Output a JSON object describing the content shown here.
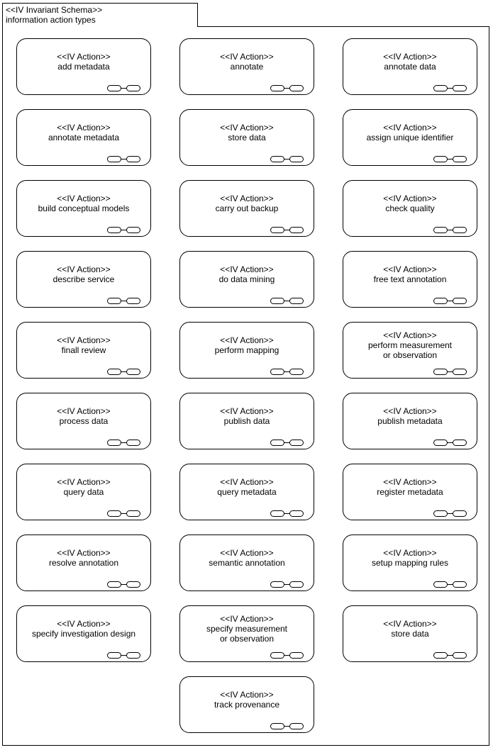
{
  "schema": {
    "stereotype": "<<IV Invariant Schema>>",
    "name": "information action types"
  },
  "icon": "composite-action-icon",
  "actions": [
    {
      "stereotype": "<<IV Action>>",
      "name": "add metadata"
    },
    {
      "stereotype": "<<IV Action>>",
      "name": "annotate"
    },
    {
      "stereotype": "<<IV Action>>",
      "name": "annotate data"
    },
    {
      "stereotype": "<<IV Action>>",
      "name": "annotate metadata"
    },
    {
      "stereotype": "<<IV Action>>",
      "name": "store data"
    },
    {
      "stereotype": "<<IV Action>>",
      "name": "assign unique identifier"
    },
    {
      "stereotype": "<<IV Action>>",
      "name": "build conceptual models"
    },
    {
      "stereotype": "<<IV Action>>",
      "name": "carry out backup"
    },
    {
      "stereotype": "<<IV Action>>",
      "name": "check quality"
    },
    {
      "stereotype": "<<IV Action>>",
      "name": "describe service"
    },
    {
      "stereotype": "<<IV Action>>",
      "name": "do data mining"
    },
    {
      "stereotype": "<<IV Action>>",
      "name": "free text annotation"
    },
    {
      "stereotype": "<<IV Action>>",
      "name": "finall review"
    },
    {
      "stereotype": "<<IV Action>>",
      "name": "perform mapping"
    },
    {
      "stereotype": "<<IV Action>>",
      "name": "perform measurement\nor observation"
    },
    {
      "stereotype": "<<IV Action>>",
      "name": "process data"
    },
    {
      "stereotype": "<<IV Action>>",
      "name": "publish data"
    },
    {
      "stereotype": "<<IV Action>>",
      "name": "publish metadata"
    },
    {
      "stereotype": "<<IV Action>>",
      "name": "query data"
    },
    {
      "stereotype": "<<IV Action>>",
      "name": "query metadata"
    },
    {
      "stereotype": "<<IV Action>>",
      "name": "register metadata"
    },
    {
      "stereotype": "<<IV Action>>",
      "name": "resolve annotation"
    },
    {
      "stereotype": "<<IV Action>>",
      "name": "semantic annotation"
    },
    {
      "stereotype": "<<IV Action>>",
      "name": "setup mapping rules"
    },
    {
      "stereotype": "<<IV Action>>",
      "name": "specify investigation design"
    },
    {
      "stereotype": "<<IV Action>>",
      "name": "specify measurement\nor observation"
    },
    {
      "stereotype": "<<IV Action>>",
      "name": "store data"
    },
    {
      "stereotype": "<<IV Action>>",
      "name": "track provenance"
    }
  ]
}
